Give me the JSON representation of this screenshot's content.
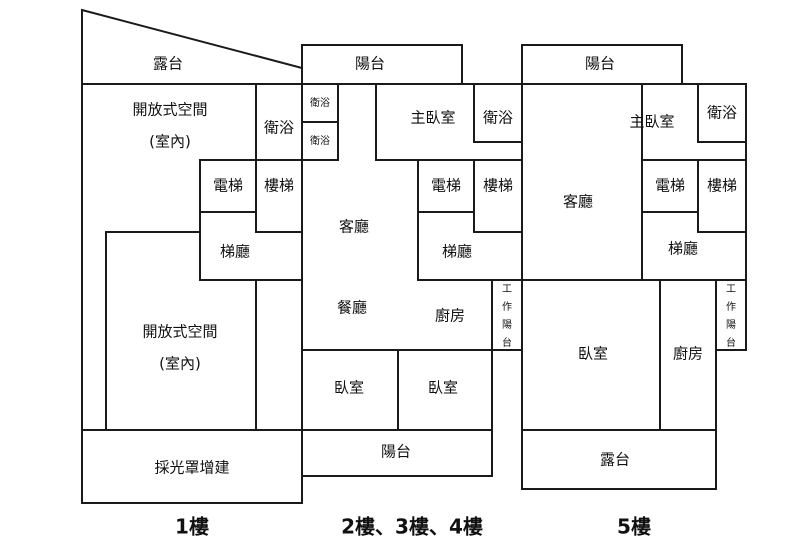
{
  "floor1": {
    "caption": "1樓",
    "terrace": "露台",
    "open_space_top": "開放式空間",
    "open_space_top_sub": "(室內)",
    "bath": "衛浴",
    "elevator": "電梯",
    "stairs": "樓梯",
    "lobby": "梯廳",
    "open_space_bottom": "開放式空間",
    "open_space_bottom_sub": "(室內)",
    "skylight": "採光罩增建"
  },
  "floor2_4": {
    "caption": "2樓、3樓、4樓",
    "balcony_top": "陽台",
    "bath_small_1": "衛浴",
    "bath_small_2": "衛浴",
    "master_bedroom": "主臥室",
    "bath": "衛浴",
    "living_room": "客廳",
    "elevator": "電梯",
    "stairs": "樓梯",
    "lobby": "梯廳",
    "dining": "餐廳",
    "kitchen": "廚房",
    "service_balcony": [
      "工",
      "作",
      "陽",
      "台"
    ],
    "bedroom_1": "臥室",
    "bedroom_2": "臥室",
    "balcony_bottom": "陽台"
  },
  "floor5": {
    "caption": "5樓",
    "balcony_top": "陽台",
    "master_bedroom": "主臥室",
    "bath": "衛浴",
    "living_room": "客廳",
    "elevator": "電梯",
    "stairs": "樓梯",
    "lobby": "梯廳",
    "service_balcony": [
      "工",
      "作",
      "陽",
      "台"
    ],
    "bedroom": "臥室",
    "kitchen": "廚房",
    "terrace": "露台"
  }
}
